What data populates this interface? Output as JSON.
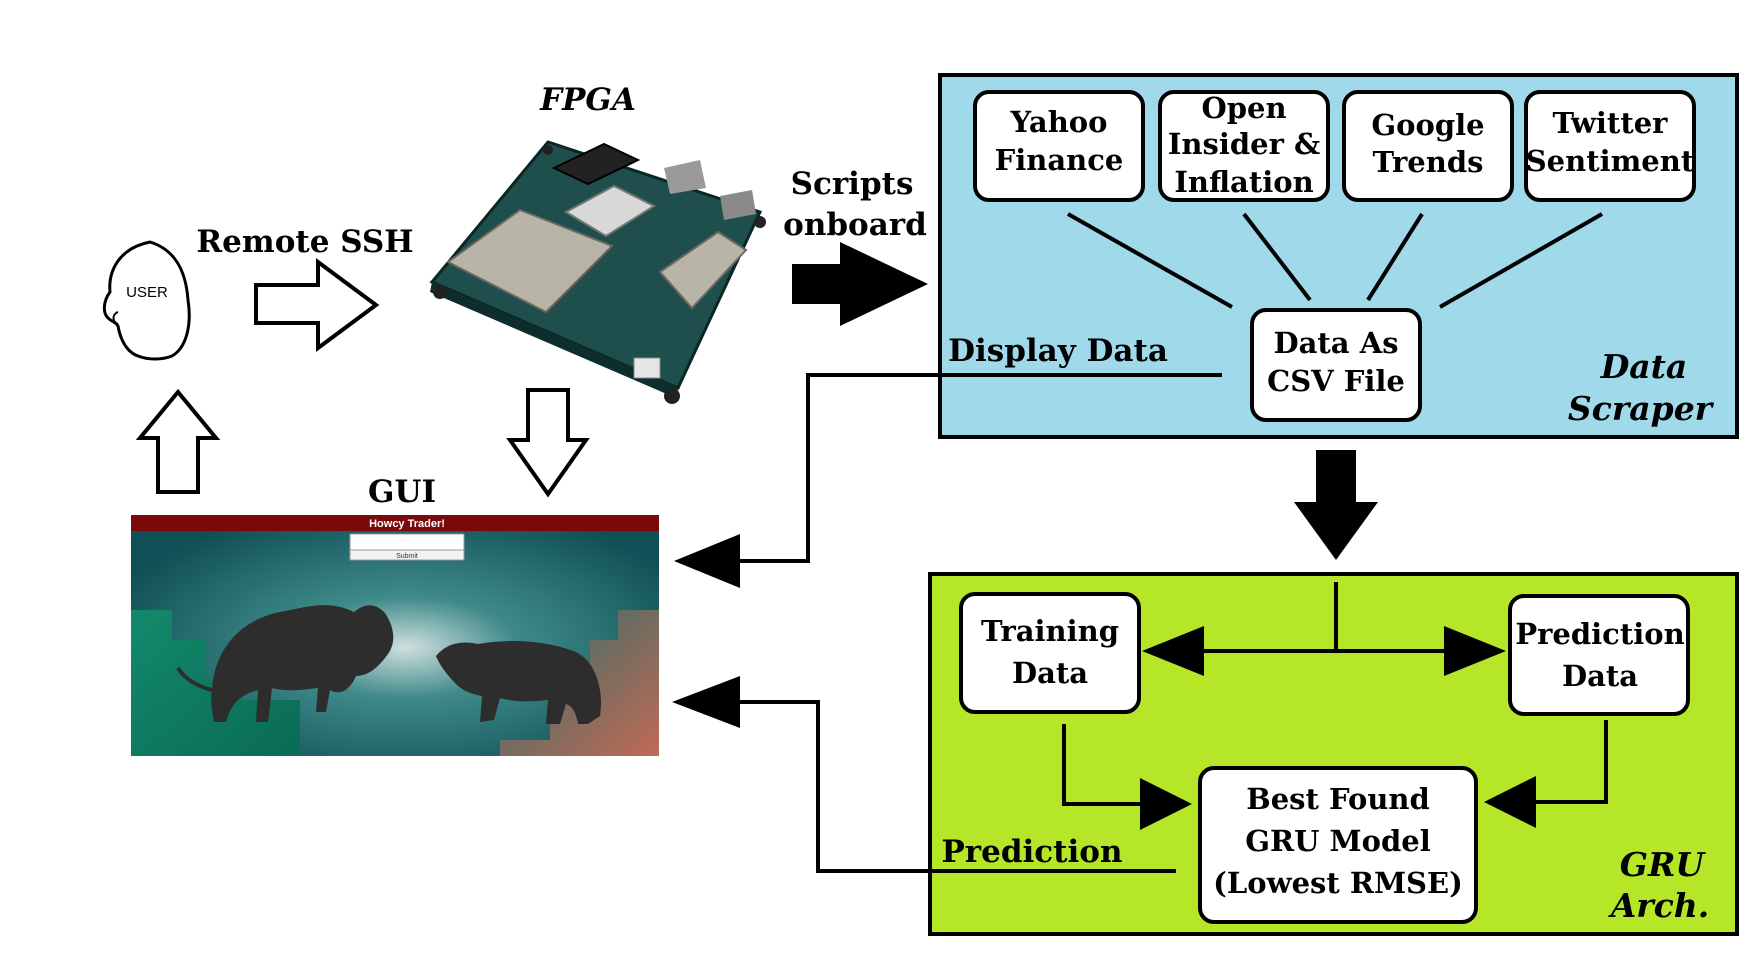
{
  "user": {
    "label": "USER"
  },
  "fpga": {
    "label": "FPGA"
  },
  "gui": {
    "label": "GUI",
    "app_title": "Howcy Trader!",
    "submit_label": "Submit"
  },
  "arrows": {
    "remote_ssh": "Remote SSH",
    "scripts_onboard": [
      "Scripts",
      "onboard"
    ],
    "display_data": "Display Data",
    "prediction": "Prediction"
  },
  "data_scraper": {
    "title": [
      "Data",
      "Scraper"
    ],
    "color": "#9fd9ea",
    "sources": [
      {
        "lines": [
          "Yahoo",
          "Finance"
        ]
      },
      {
        "lines": [
          "Open",
          "Insider &",
          "Inflation"
        ]
      },
      {
        "lines": [
          "Google",
          "Trends"
        ]
      },
      {
        "lines": [
          "Twitter",
          "Sentiment"
        ]
      }
    ],
    "output": {
      "lines": [
        "Data As",
        "CSV File"
      ]
    }
  },
  "gru_arch": {
    "title": [
      "GRU",
      "Arch."
    ],
    "color": "#b5e627",
    "training": {
      "lines": [
        "Training",
        "Data"
      ]
    },
    "prediction": {
      "lines": [
        "Prediction",
        "Data"
      ]
    },
    "model": {
      "lines": [
        "Best Found",
        "GRU Model",
        "(Lowest RMSE)"
      ]
    }
  }
}
